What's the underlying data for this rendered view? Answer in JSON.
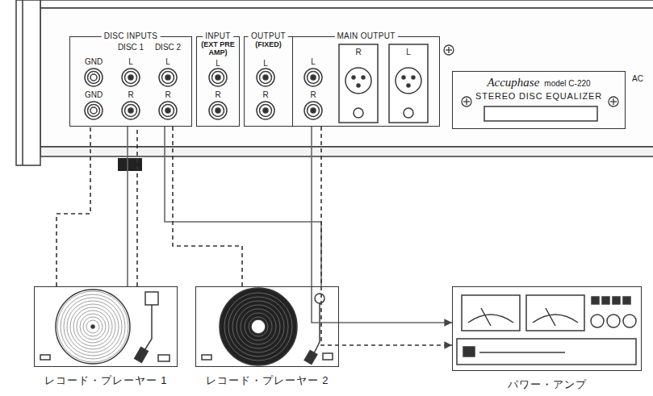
{
  "diagram": {
    "nodes": [
      {
        "text": [
          "DISC INPUTS"
        ]
      },
      {
        "text": [
          "INPUT",
          "(EXT PRE AMP)"
        ]
      },
      {
        "text": [
          "OUTPUT",
          "(FIXED)"
        ]
      },
      {
        "text": [
          "MAIN OUTPUT"
        ]
      },
      {
        "text": [
          "Accuphase",
          "model C-220",
          "STEREO DISC EQUALIZER"
        ]
      },
      {
        "text": [
          "レコード・プレーヤー 1"
        ]
      },
      {
        "text": [
          "レコード・プレーヤー 2"
        ]
      },
      {
        "text": [
          "パワー・アンプ"
        ]
      }
    ],
    "edges": [
      {
        "from": 5,
        "to": 0,
        "arrow": "none"
      },
      {
        "from": 5,
        "to": 0,
        "arrow": "none"
      },
      {
        "from": 5,
        "to": 0,
        "arrow": "none"
      },
      {
        "from": 6,
        "to": 0,
        "arrow": "none"
      },
      {
        "from": 6,
        "to": 0,
        "arrow": "none"
      },
      {
        "from": 3,
        "to": 7,
        "arrow": "to"
      },
      {
        "from": 3,
        "to": 7,
        "arrow": "to"
      }
    ],
    "labels": [
      "GND",
      "DISC 1",
      "DISC 2",
      "L",
      "L",
      "GND",
      "R",
      "R",
      "L",
      "R",
      "L",
      "R",
      "L",
      "R",
      "R",
      "L",
      "AC"
    ]
  }
}
